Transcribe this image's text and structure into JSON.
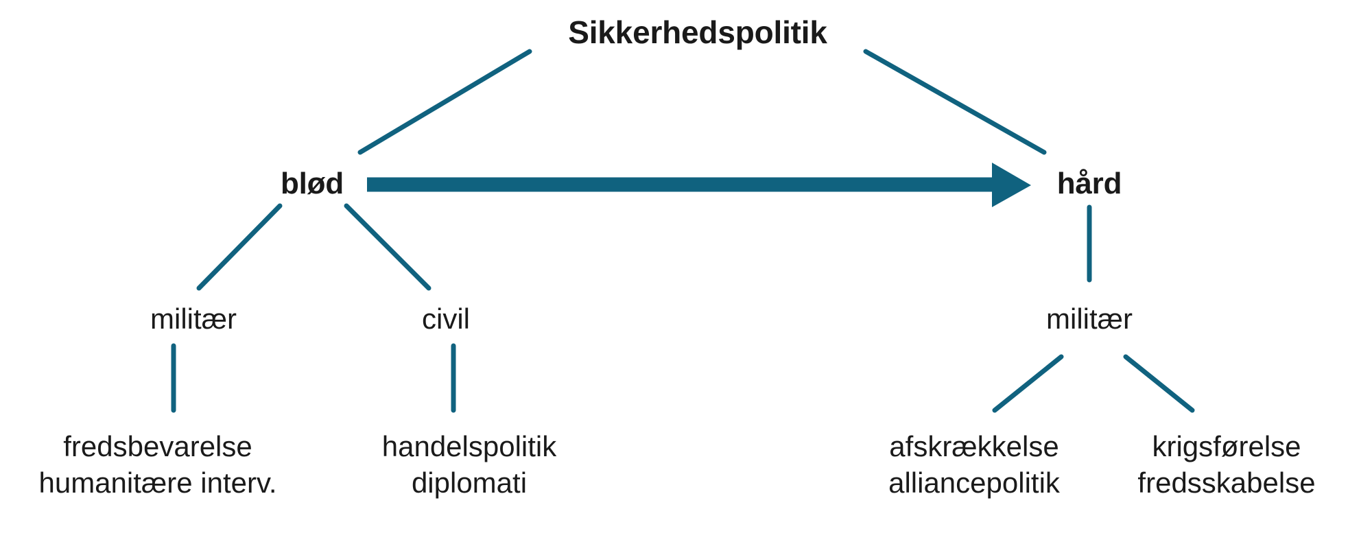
{
  "diagram": {
    "title_node": "Sikkerhedspolitik",
    "accent_color": "#10627f",
    "arrow_color": "#10627f",
    "text_color": "#1a1a1a",
    "background_color": "#ffffff",
    "branches": {
      "soft": {
        "label": "blød",
        "children": [
          {
            "label": "militær",
            "leaves": [
              "fredsbevarelse",
              "humanitære interv."
            ]
          },
          {
            "label": "civil",
            "leaves": [
              "handelspolitik",
              "diplomati"
            ]
          }
        ]
      },
      "hard": {
        "label": "hård",
        "children": [
          {
            "label": "militær",
            "leaves_left": [
              "afskrækkelse",
              "alliancepolitik"
            ],
            "leaves_right": [
              "krigsførelse",
              "fredsskabelse"
            ]
          }
        ]
      }
    },
    "arrow": {
      "from": "blød",
      "to": "hård",
      "direction": "left-to-right"
    }
  }
}
